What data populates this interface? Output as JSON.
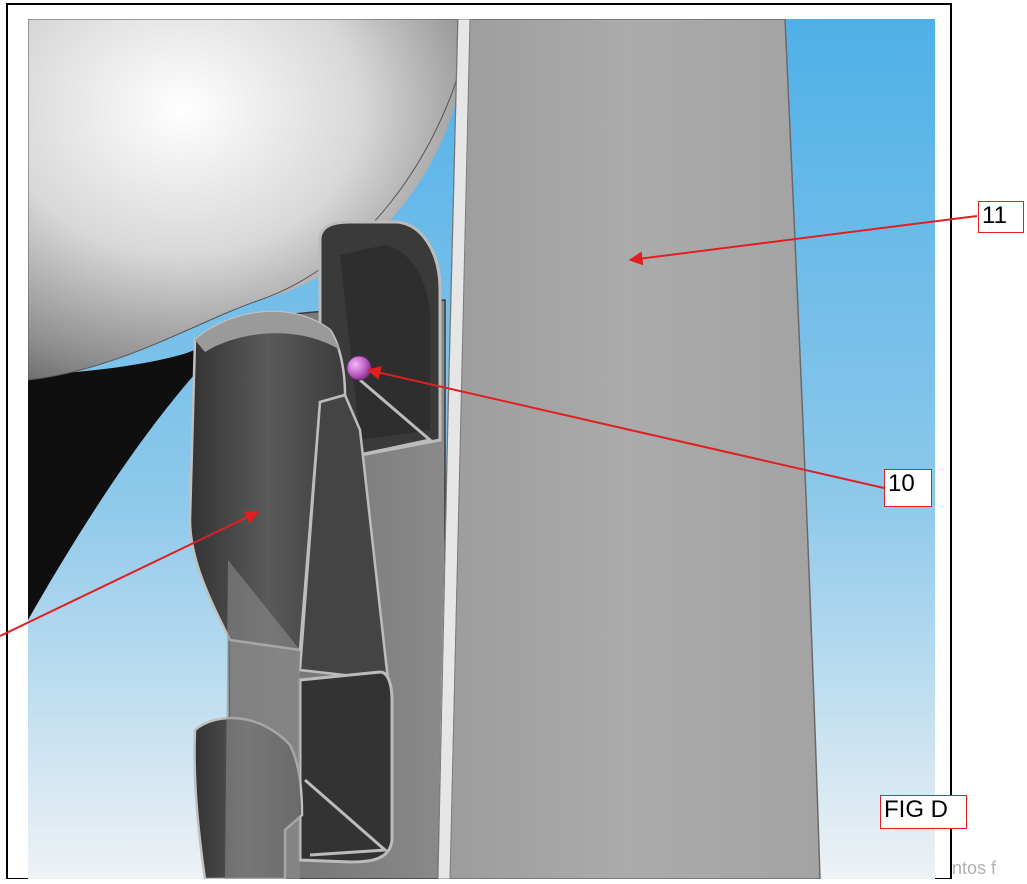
{
  "figure": {
    "title": "FIG D",
    "colors": {
      "sky_top": "#5db3e6",
      "sky_bottom": "#e8eef3",
      "panel": "#a8a8a8",
      "bracket": "#4a4a4a",
      "sphere": "#d9d9d9",
      "pin": "#c060c8",
      "arrow": "#e02020",
      "frame": "#000000"
    }
  },
  "callouts": [
    {
      "id": "11",
      "label": "11",
      "target": "vertical-panel"
    },
    {
      "id": "10",
      "label": "10",
      "target": "pin"
    }
  ],
  "watermark": {
    "text": "ntos f"
  }
}
